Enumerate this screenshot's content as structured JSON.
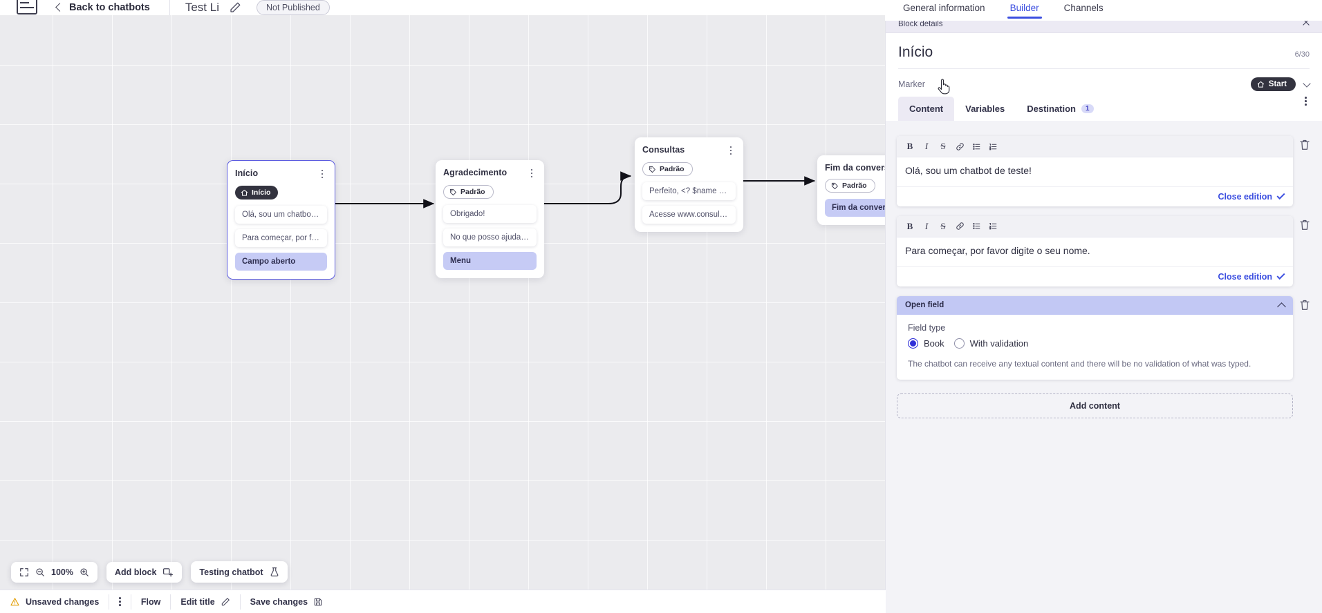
{
  "topbar": {
    "logo_name": "app-logo",
    "back_label": "Back to chatbots",
    "chatbot_title": "Test Li",
    "edit_icon": "pencil-icon",
    "status_pill": "Not Published",
    "tabs": [
      {
        "label": "General information",
        "active": false
      },
      {
        "label": "Builder",
        "active": true
      },
      {
        "label": "Channels",
        "active": false
      }
    ]
  },
  "canvas": {
    "zoom_level": "100%",
    "fit_icon": "fit-screen-icon",
    "zoom_out_icon": "zoom-out-icon",
    "zoom_in_icon": "zoom-in-icon",
    "add_block_label": "Add block",
    "add_block_icon": "add-block-icon",
    "testing_label": "Testing chatbot",
    "testing_icon": "flask-icon",
    "nodes": [
      {
        "id": "inicio",
        "title": "Início",
        "tag": "Início",
        "tag_style": "dark",
        "tag_icon": "home-icon",
        "selected": true,
        "messages": [
          {
            "text": "Olá, sou um chatbot de teste!",
            "accent": false
          },
          {
            "text": "Para começar, por favor digite o ...",
            "accent": false
          },
          {
            "text": "Campo aberto",
            "accent": true
          }
        ]
      },
      {
        "id": "agradecimento",
        "title": "Agradecimento",
        "tag": "Padrão",
        "tag_style": "outline",
        "tag_icon": "tag-icon",
        "selected": false,
        "messages": [
          {
            "text": "Obrigado!",
            "accent": false
          },
          {
            "text": "No que posso ajudar, <? $name ...",
            "accent": false
          },
          {
            "text": "Menu",
            "accent": true
          }
        ]
      },
      {
        "id": "consultas",
        "title": "Consultas",
        "tag": "Padrão",
        "tag_style": "outline",
        "tag_icon": "tag-icon",
        "selected": false,
        "messages": [
          {
            "text": "Perfeito, <? $name ?>!",
            "accent": false
          },
          {
            "text": "Acesse www.consultas.com par...",
            "accent": false
          }
        ]
      },
      {
        "id": "fim-da-conversa",
        "title": "Fim da conversa",
        "tag": "Padrão",
        "tag_style": "outline",
        "tag_icon": "tag-icon",
        "selected": false,
        "messages": [
          {
            "text": "Fim da conversa",
            "accent": true
          }
        ]
      }
    ]
  },
  "bottombar": {
    "unsaved_label": "Unsaved changes",
    "warning_icon": "warning-icon",
    "kebab_icon": "more-options-icon",
    "flow_label": "Flow",
    "edit_title_label": "Edit title",
    "edit_title_icon": "pencil-icon",
    "save_label": "Save changes",
    "save_icon": "save-icon"
  },
  "panel": {
    "header_title": "Block details",
    "close_icon": "close-icon",
    "block_title": "Início",
    "char_counter": "6/30",
    "marker_label": "Marker",
    "marker_value": "Start",
    "marker_icon": "home-icon",
    "marker_chevron": "chevron-down-icon",
    "tabs": [
      {
        "label": "Content",
        "active": true,
        "badge": ""
      },
      {
        "label": "Variables",
        "active": false,
        "badge": ""
      },
      {
        "label": "Destination",
        "active": false,
        "badge": "1"
      }
    ],
    "overflow_icon": "more-options-icon",
    "toolbar_buttons": [
      {
        "name": "bold-icon",
        "glyph": "B"
      },
      {
        "name": "italic-icon",
        "glyph": "I"
      },
      {
        "name": "strikethrough-icon",
        "glyph": "S"
      },
      {
        "name": "link-icon",
        "glyph": "⊘"
      },
      {
        "name": "bullet-list-icon",
        "glyph": "☰"
      },
      {
        "name": "numbered-list-icon",
        "glyph": "☲"
      }
    ],
    "editors": [
      {
        "text": "Olá, sou um chatbot de teste!",
        "close_label": "Close edition"
      },
      {
        "text": "Para começar, por favor digite o seu nome.",
        "close_label": "Close edition"
      }
    ],
    "delete_icon": "trash-icon",
    "open_field": {
      "header": "Open field",
      "collapse_icon": "chevron-up-icon",
      "field_type_label": "Field type",
      "options": [
        {
          "label": "Book",
          "checked": true
        },
        {
          "label": "With validation",
          "checked": false
        }
      ],
      "help_text": "The chatbot can receive any textual content and there will be no validation of what was typed."
    },
    "add_content_label": "Add content"
  },
  "colors": {
    "accent": "#3b4ee0",
    "node_accent": "#c6cbf5",
    "panel_accent": "#c2c8f4",
    "dark_tag": "#33333f",
    "canvas_bg": "#ebebee"
  }
}
